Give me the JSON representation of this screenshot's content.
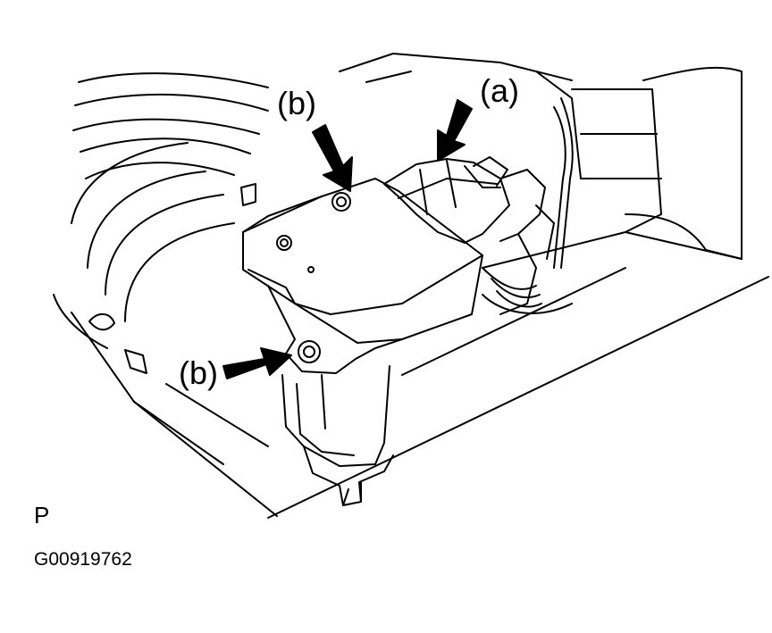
{
  "labels": {
    "callout_b_top": "(b)",
    "callout_a": "(a)",
    "callout_b_left": "(b)",
    "view_letter": "P",
    "figure_code": "G00919762"
  },
  "icons": {
    "arrow_b_top": "arrow-down-icon",
    "arrow_a": "arrow-down-left-icon",
    "arrow_b_left": "arrow-right-icon"
  },
  "colors": {
    "line": "#000000",
    "background": "#ffffff"
  }
}
